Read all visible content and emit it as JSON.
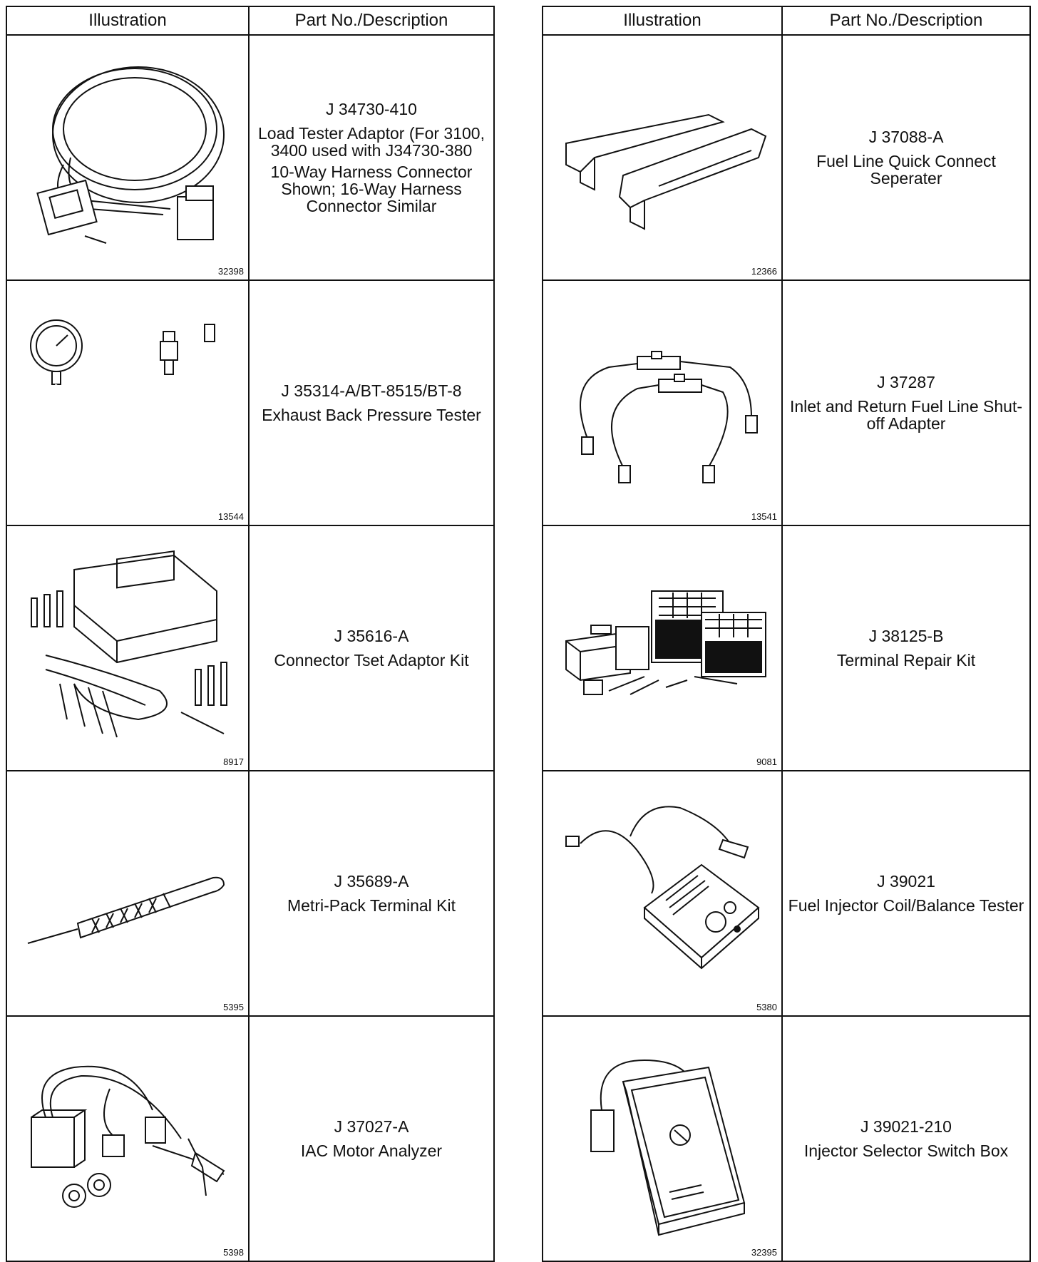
{
  "headers": {
    "illustration": "Illustration",
    "part": "Part No./Description"
  },
  "left": [
    {
      "part_no": "J 34730-410",
      "lines": [
        "Load Tester Adaptor (For 3100, 3400 used with J34730-380",
        "10-Way Harness Connector Shown; 16-Way Harness Connector Similar"
      ],
      "fig": "32398",
      "icon": "harness-cable-icon"
    },
    {
      "part_no": "J 35314-A/BT-8515/BT-8",
      "lines": [
        "Exhaust Back Pressure Tester"
      ],
      "fig": "13544",
      "icon": "pressure-gauge-icon"
    },
    {
      "part_no": "J 35616-A",
      "lines": [
        "Connector Tset Adaptor Kit"
      ],
      "fig": "8917",
      "icon": "adaptor-kit-case-icon"
    },
    {
      "part_no": "J 35689-A",
      "lines": [
        "Metri-Pack Terminal Kit"
      ],
      "fig": "5395",
      "icon": "terminal-probe-icon"
    },
    {
      "part_no": "J 37027-A",
      "lines": [
        "IAC Motor Analyzer"
      ],
      "fig": "5398",
      "icon": "iac-analyzer-icon"
    }
  ],
  "right": [
    {
      "part_no": "J 37088-A",
      "lines": [
        "Fuel Line Quick Connect Seperater"
      ],
      "fig": "12366",
      "icon": "quick-connect-separator-icon"
    },
    {
      "part_no": "J 37287",
      "lines": [
        "Inlet and Return Fuel Line Shut-off Adapter"
      ],
      "fig": "13541",
      "icon": "fuel-line-adapter-icon"
    },
    {
      "part_no": "J 38125-B",
      "lines": [
        "Terminal Repair Kit"
      ],
      "fig": "9081",
      "icon": "terminal-repair-kit-icon"
    },
    {
      "part_no": "J 39021",
      "lines": [
        "Fuel Injector Coil/Balance Tester"
      ],
      "fig": "5380",
      "icon": "injector-tester-icon"
    },
    {
      "part_no": "J 39021-210",
      "lines": [
        "Injector Selector Switch Box"
      ],
      "fig": "32395",
      "icon": "selector-switch-box-icon"
    }
  ]
}
